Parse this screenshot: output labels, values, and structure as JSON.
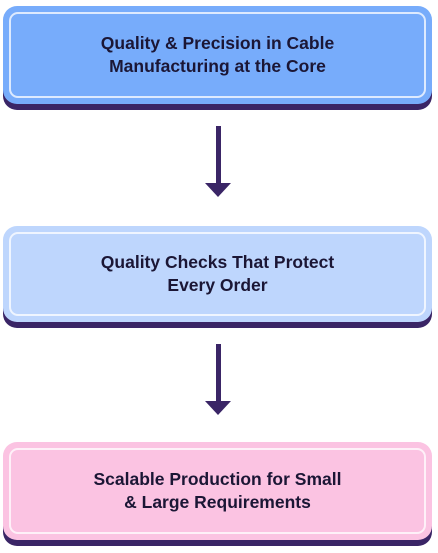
{
  "diagram": {
    "nodes": [
      {
        "id": "step1",
        "text": "Quality & Precision in Cable\nManufacturing at the Core",
        "fill": "#77acfb"
      },
      {
        "id": "step2",
        "text": "Quality Checks That Protect\nEvery Order",
        "fill": "#bed6fd"
      },
      {
        "id": "step3",
        "text": "Scalable Production for Small\n& Large Requirements",
        "fill": "#fbc3e2"
      }
    ],
    "edges": [
      {
        "from": "step1",
        "to": "step2"
      },
      {
        "from": "step2",
        "to": "step3"
      }
    ],
    "colors": {
      "shadow": "#3a2566",
      "arrow": "#3a2566",
      "text": "#1b1635"
    }
  }
}
